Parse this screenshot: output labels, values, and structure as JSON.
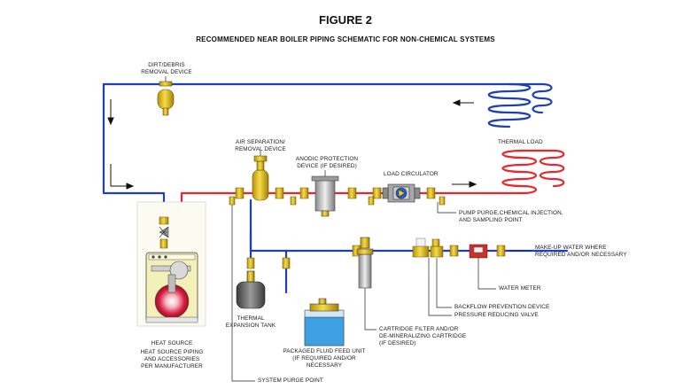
{
  "figure": {
    "number": "FIGURE 2",
    "subtitle": "RECOMMENDED NEAR BOILER PIPING SCHEMATIC FOR NON-CHEMICAL SYSTEMS"
  },
  "labels": {
    "dirt_device": "DIRT/DEBRIS\nREMOVAL DEVICE",
    "air_separation": "AIR SEPARATION/\nREMOVAL DEVICE",
    "anodic": "ANODIC PROTECTION\nDEVICE (IF DESIRED)",
    "load_circulator": "LOAD CIRCULATOR",
    "thermal_load": "THERMAL LOAD",
    "pump_purge": "PUMP PURGE,CHEMICAL INJECTION,\nAND SAMPLING POINT",
    "makeup_water": "MAKE-UP WATER WHERE\nREQUIRED AND/OR NECESSARY",
    "water_meter": "WATER METER",
    "backflow": "BACKFLOW PREVENTION DEVICE",
    "prv": "PRESSURE REDUCING VALVE",
    "cartridge": "CARTRIDGE FILTER AND/OR\nDE-MINERALIZING CARTRIDGE\n(IF DESIRED)",
    "packaged": "PACKAGED FLUID FEED UNIT\n(IF REQUIRED AND/OR\nNECESSARY",
    "expansion_tank": "THERMAL\nEXPANSION TANK",
    "heat_source": "HEAT SOURCE",
    "heat_source_piping": "HEAT SOURCE PIPING\nAND ACCESSORIES\nPER MANUFACTURER",
    "system_purge": "SYSTEM PURGE POINT"
  },
  "colors": {
    "supply_pipe": "#e8262b",
    "return_pipe": "#1f3fb5",
    "brass": "#e8c31f",
    "leader": "#222222"
  }
}
